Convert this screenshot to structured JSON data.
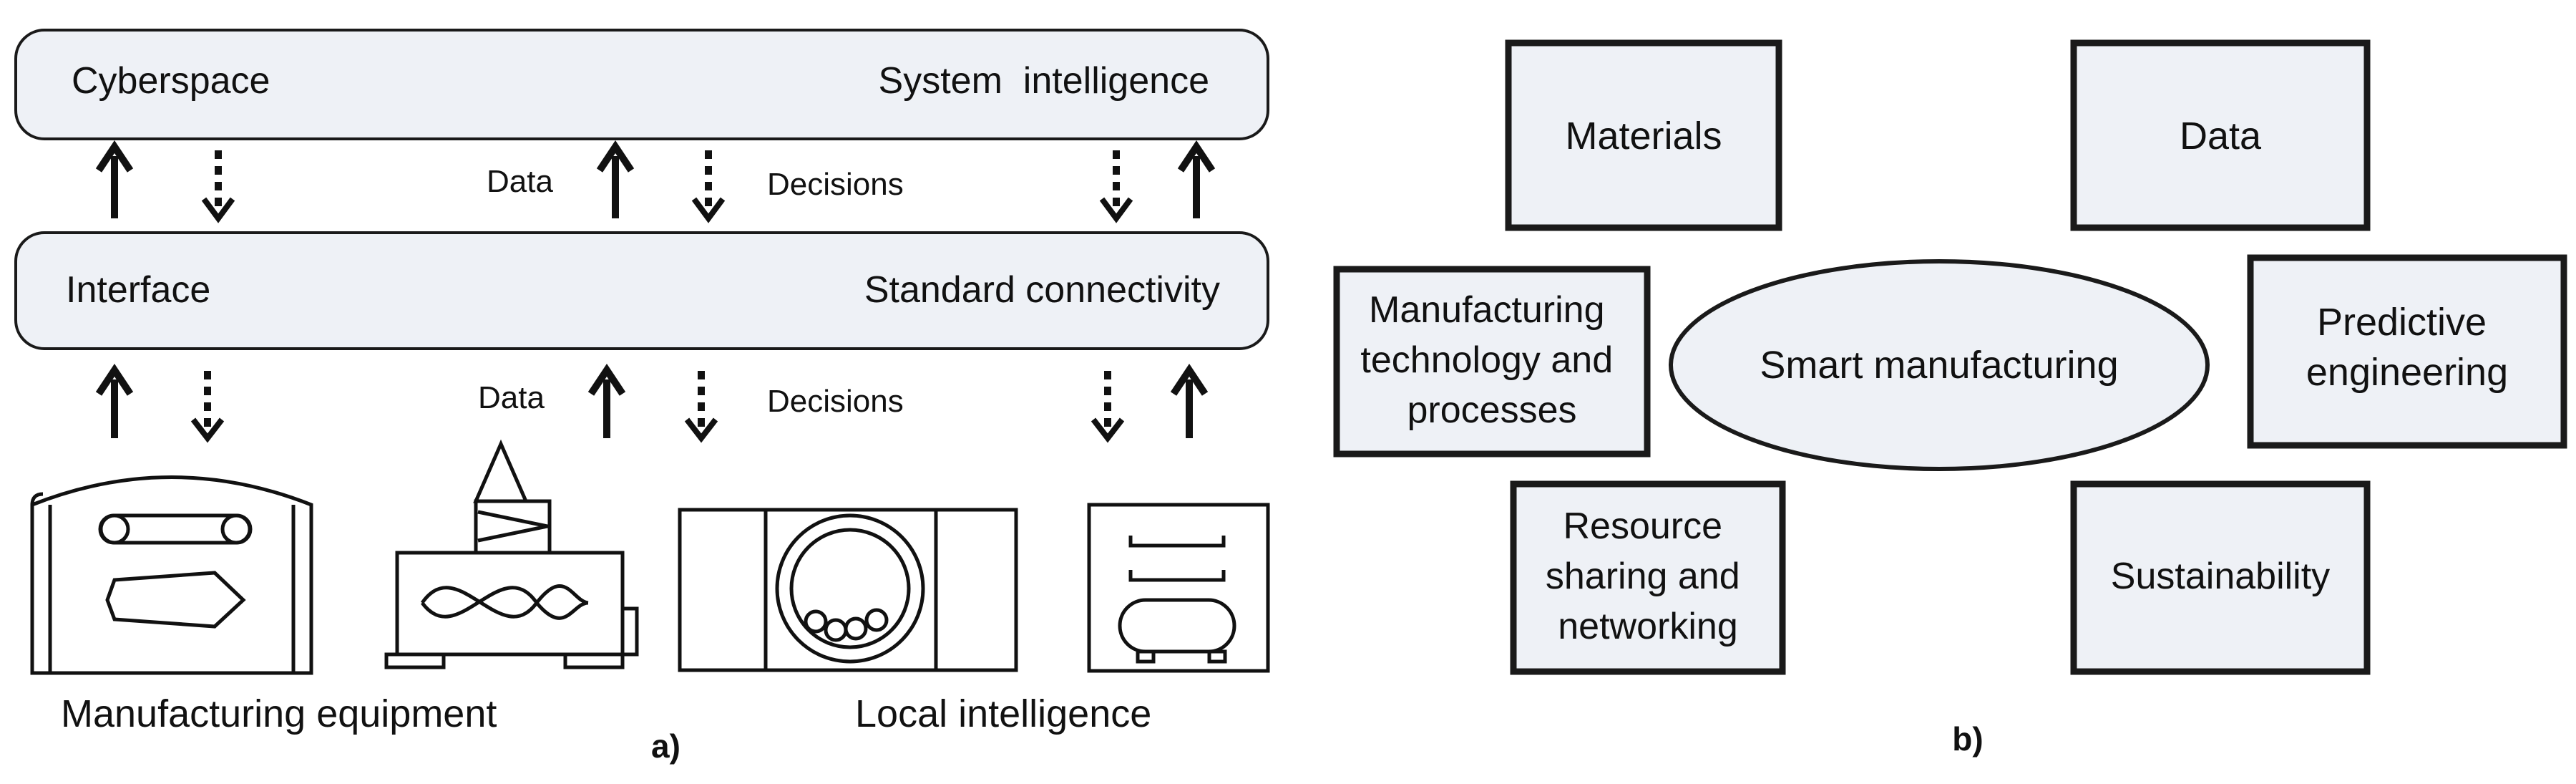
{
  "panel_a": {
    "cyber_layer": {
      "left": "Cyberspace",
      "right": "System  intelligence"
    },
    "interface_layer": {
      "left": "Interface",
      "right": "Standard connectivity"
    },
    "upper_flow": {
      "data": "Data",
      "decisions": "Decisions"
    },
    "lower_flow": {
      "data": "Data",
      "decisions": "Decisions"
    },
    "bottom_labels": {
      "equipment": "Manufacturing equipment",
      "local": "Local intelligence"
    },
    "caption": "a)"
  },
  "panel_b": {
    "center": "Smart manufacturing",
    "boxes": {
      "materials": [
        "Materials"
      ],
      "data": [
        "Data"
      ],
      "manufacturing": [
        "Manufacturing",
        "technology and",
        "processes"
      ],
      "predictive": [
        "Predictive",
        "engineering"
      ],
      "resource": [
        "Resource",
        "sharing and",
        "networking"
      ],
      "sustainability": [
        "Sustainability"
      ]
    },
    "caption": "b)"
  },
  "colors": {
    "fill": "#eef1f6",
    "stroke": "#1a1a1a"
  }
}
